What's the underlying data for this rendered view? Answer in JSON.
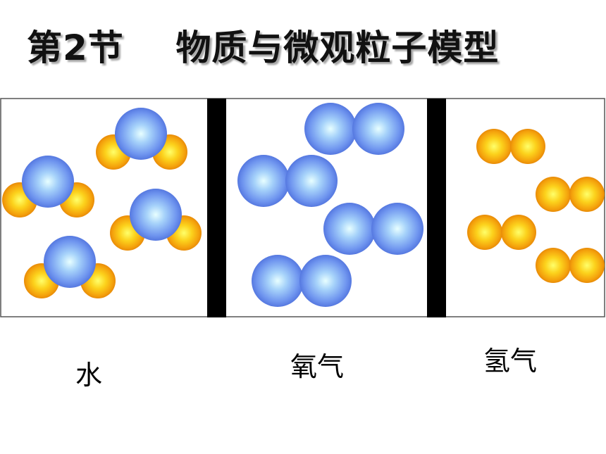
{
  "title": {
    "section": "第2节",
    "topic": "物质与微观粒子模型"
  },
  "panels": [
    {
      "id": "water",
      "label": "水"
    },
    {
      "id": "oxygen",
      "label": "氧气"
    },
    {
      "id": "hydrogen",
      "label": "氢气"
    }
  ],
  "colors": {
    "blue_atom": "#6f95ef",
    "orange_atom": "#f4a10c",
    "divider": "#000000",
    "border": "#555555"
  }
}
